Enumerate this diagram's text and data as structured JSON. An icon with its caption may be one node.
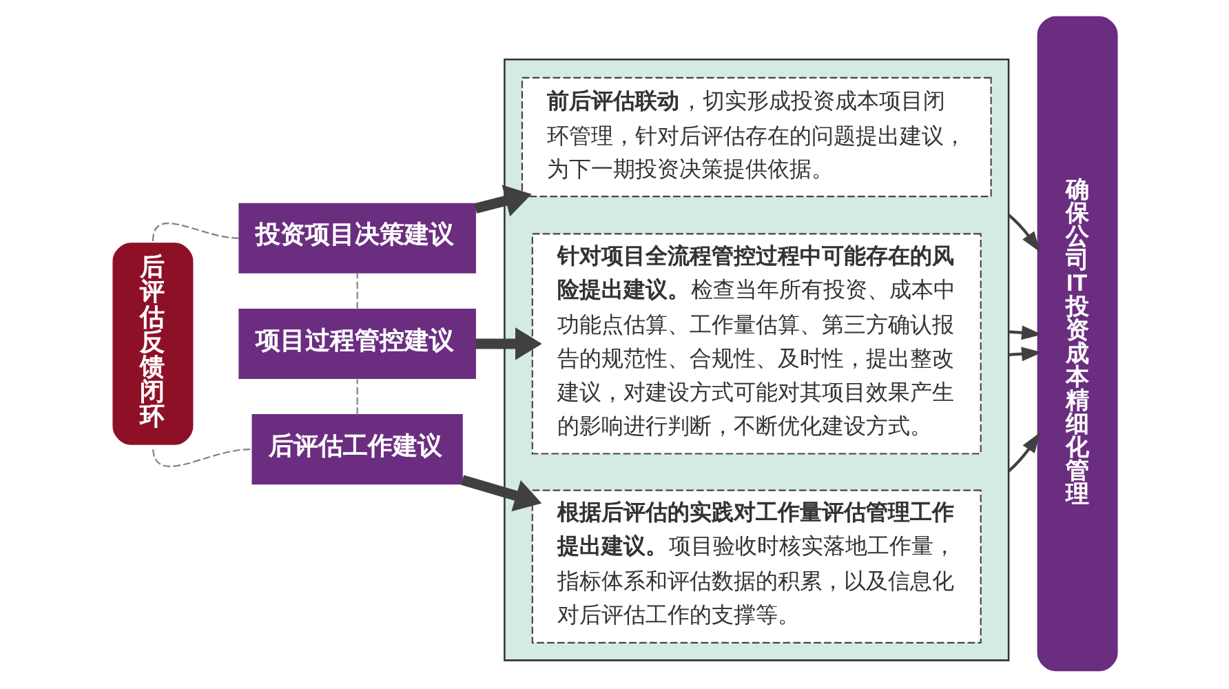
{
  "diagram": {
    "nodes": [
      {
        "text": [
          "后评估反馈闭环"
        ]
      },
      {
        "text": [
          "投资项目决策建议"
        ]
      },
      {
        "text": [
          "项目过程管控建议"
        ]
      },
      {
        "text": [
          "后评估工作建议"
        ]
      },
      {
        "text": [],
        "shape": "box"
      },
      {
        "text": [
          "**前后评估联动**，切实形成投资成本项目闭环管理，针对后评估存在的问题提出建议，为下一期投资决策提供依据。"
        ],
        "in": 4
      },
      {
        "text": [
          "**针对项目全流程管控过程中可能存在的风险提出建议。**检查当年所有投资、成本中功能点估算、工作量估算、第三方确认报告的规范性、合规性、及时性，提出整改建议，对建设方式可能对其项目效果产生的影响进行判断，不断优化建设方式。"
        ],
        "in": 4
      },
      {
        "text": [
          "**根据后评估的实践对工作量评估管理工作提出建议。**项目验收时核实落地工作量，指标体系和评估数据的积累，以及信息化对后评估工作的支撑等。"
        ],
        "in": 4
      },
      {
        "text": [
          "确保公司IT投资成本精细化管理"
        ]
      }
    ],
    "edges": [
      {
        "from": 0,
        "to": 1,
        "arrow": "none",
        "style": "dashed",
        "color": "#808080"
      },
      {
        "from": 1,
        "to": 2,
        "arrow": "none",
        "style": "dashed",
        "color": "#808080"
      },
      {
        "from": 2,
        "to": 3,
        "arrow": "none",
        "style": "dashed",
        "color": "#808080"
      },
      {
        "from": 3,
        "to": 0,
        "arrow": "none",
        "style": "dashed",
        "color": "#808080"
      },
      {
        "from": 1,
        "to": 5,
        "arrow": "to",
        "style": "thick"
      },
      {
        "from": 2,
        "to": 6,
        "arrow": "to",
        "style": "thick"
      },
      {
        "from": 3,
        "to": 7,
        "arrow": "to",
        "style": "thick"
      },
      {
        "from": 4,
        "to": 8,
        "arrow": "to"
      },
      {
        "from": 4,
        "to": 8,
        "arrow": "to"
      },
      {
        "from": 4,
        "to": 8,
        "arrow": "to"
      },
      {
        "from": 4,
        "to": 8,
        "arrow": "to"
      }
    ]
  }
}
